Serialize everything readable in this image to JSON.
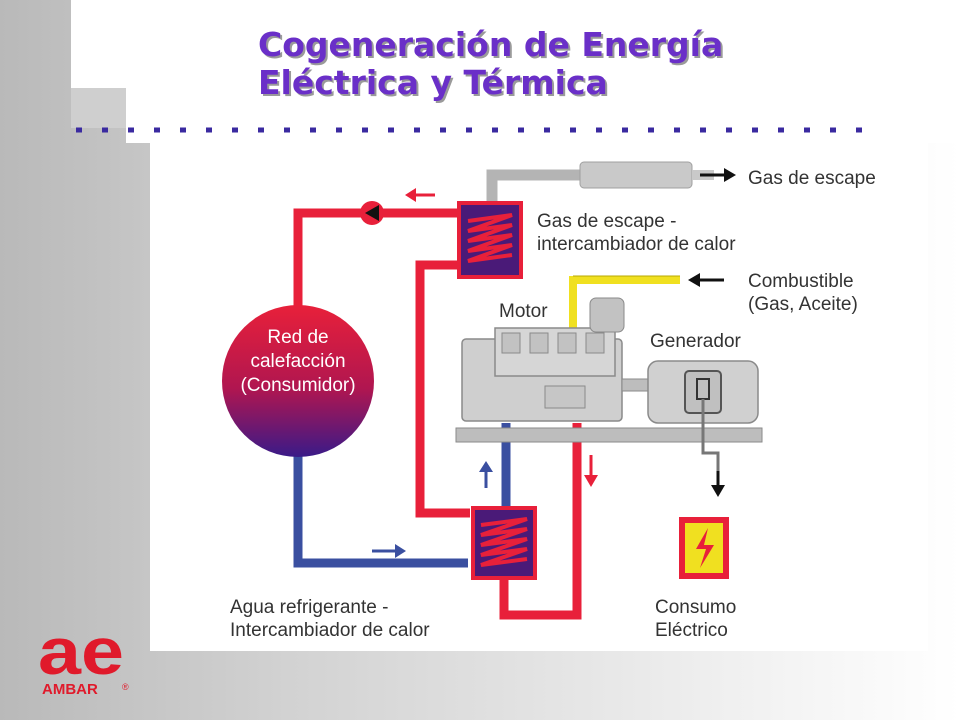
{
  "slide": {
    "title_line1": "Cogeneración de Energía",
    "title_line2": "Eléctrica y Térmica"
  },
  "diagram": {
    "labels": {
      "gas_escape": "Gas de escape",
      "exchanger_top_1": "Gas de escape -",
      "exchanger_top_2": "intercambiador de calor",
      "fuel_1": "Combustible",
      "fuel_2": "(Gas, Aceite)",
      "motor": "Motor",
      "generator": "Generador",
      "consumer_1": "Red de",
      "consumer_2": "calefacción",
      "consumer_3": "(Consumidor)",
      "water_1": "Agua refrigerante -",
      "water_2": "Intercambiador de calor",
      "electric_1": "Consumo",
      "electric_2": "Eléctrico"
    },
    "colors": {
      "hot_pipe": "#e8203a",
      "cold_pipe": "#3a4fa0",
      "exhaust_pipe": "#b4b4b4",
      "fuel_pipe": "#f0e020",
      "exchanger": "#4a1a78",
      "engine": "#cfcfcf"
    }
  },
  "logo": {
    "mark": "ae",
    "brand": "AMBAR",
    "reg": "®",
    "color": "#e01a2b"
  }
}
